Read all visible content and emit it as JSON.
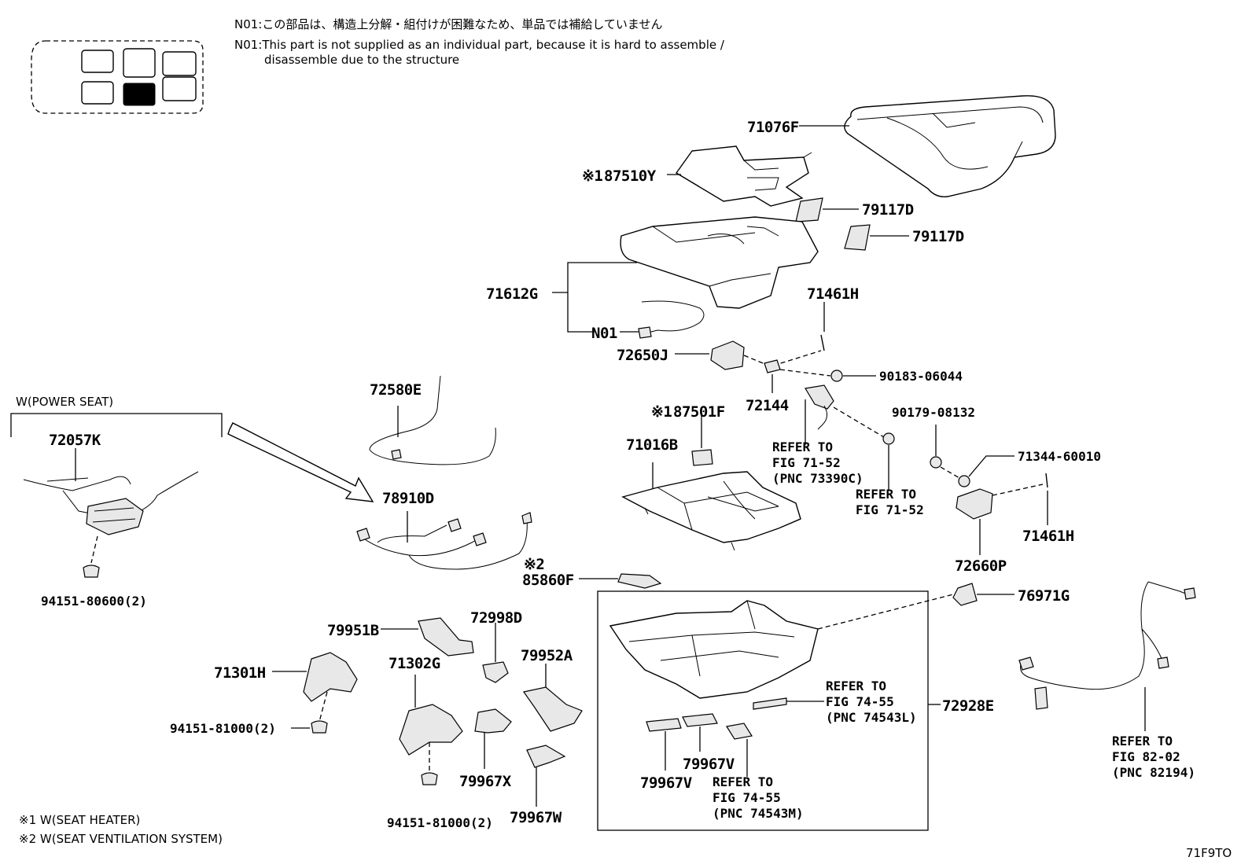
{
  "notes": {
    "n01_ja": "N01:この部品は、構造上分解・組付けが困難なため、単品では補給していません",
    "n01_en_line1": "N01:This part is not supplied as an individual part, because it is hard to assemble /",
    "n01_en_line2": "disassemble due to the structure"
  },
  "group_label": "W(POWER SEAT)",
  "footnotes": {
    "f1": "※1 W(SEAT HEATER)",
    "f2": "※2 W(SEAT VENTILATION  SYSTEM)"
  },
  "figure_code": "71F9TO",
  "callouts": {
    "p71076F": "71076F",
    "p87510Y_prefix": "※1",
    "p87510Y": "87510Y",
    "p79117D_a": "79117D",
    "p79117D_b": "79117D",
    "p71612G": "71612G",
    "pN01": "N01",
    "p71461H_a": "71461H",
    "p72650J": "72650J",
    "p90183": "90183-06044",
    "p72144": "72144",
    "p87501F_prefix": "※1",
    "p87501F": "87501F",
    "p71016B": "71016B",
    "ref1_l1": "REFER TO",
    "ref1_l2": "FIG 71-52",
    "ref1_l3": "(PNC 73390C)",
    "ref2_l1": "REFER TO",
    "ref2_l2": "FIG 71-52",
    "p90179": "90179-08132",
    "p71344": "71344-60010",
    "p71461H_b": "71461H",
    "p72660P": "72660P",
    "p72580E": "72580E",
    "p72057K": "72057K",
    "p78910D": "78910D",
    "p85860F_prefix": "※2",
    "p85860F": "85860F",
    "p94151_80600": "94151-80600(2)",
    "p76971G": "76971G",
    "p72998D": "72998D",
    "p79951B": "79951B",
    "p71302G": "71302G",
    "p79952A": "79952A",
    "p71301H": "71301H",
    "p94151_81000_a": "94151-81000(2)",
    "p94151_81000_b": "94151-81000(2)",
    "p79967X": "79967X",
    "p79967W": "79967W",
    "p79967V_a": "79967V",
    "p79967V_b": "79967V",
    "ref3_l1": "REFER TO",
    "ref3_l2": "FIG 74-55",
    "ref3_l3": "(PNC 74543L)",
    "ref4_l1": "REFER TO",
    "ref4_l2": "FIG 74-55",
    "ref4_l3": "(PNC 74543M)",
    "p72928E": "72928E",
    "ref5_l1": "REFER TO",
    "ref5_l2": "FIG 82-02",
    "ref5_l3": "(PNC 82194)"
  }
}
